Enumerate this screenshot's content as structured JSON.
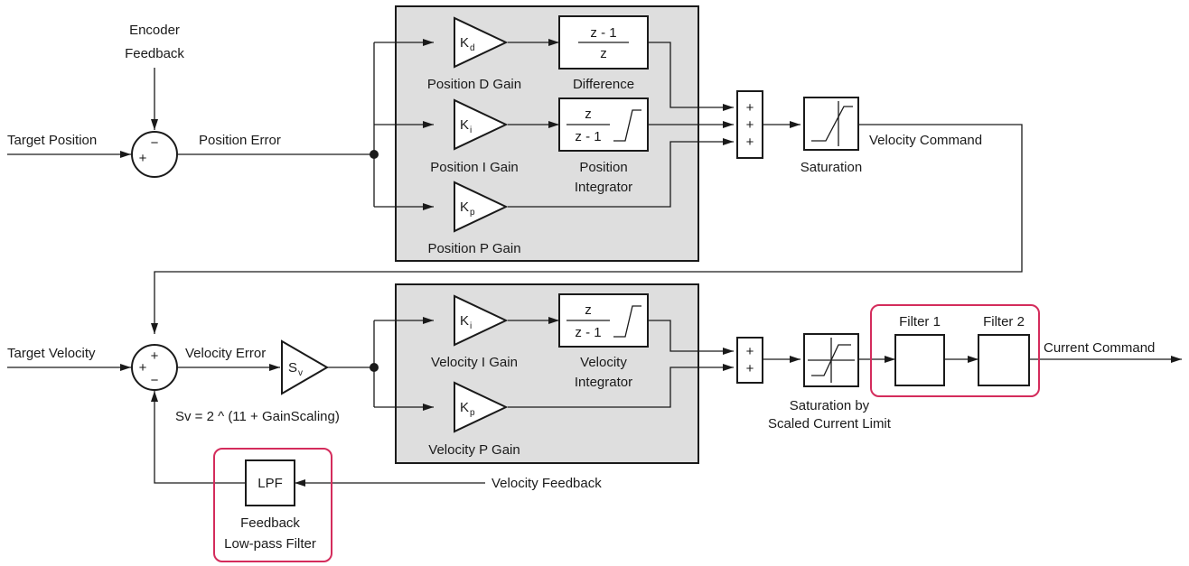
{
  "colors": {
    "group_fill": "#dedede",
    "highlight": "#d42c5c",
    "line": "#1a1a1a",
    "background": "#ffffff"
  },
  "labels": {
    "encoder_feedback_1": "Encoder",
    "encoder_feedback_2": "Feedback",
    "target_position": "Target Position",
    "position_error": "Position Error",
    "kd_symbol": "K",
    "kd_sub": "d",
    "ki_symbol": "K",
    "ki_sub": "i",
    "kp_symbol": "K",
    "kp_sub": "p",
    "position_d_gain": "Position D Gain",
    "position_i_gain": "Position I Gain",
    "position_p_gain": "Position P Gain",
    "difference": "Difference",
    "diff_num": "z - 1",
    "diff_den": "z",
    "int_num": "z",
    "int_den": "z - 1",
    "position_integrator_1": "Position",
    "position_integrator_2": "Integrator",
    "saturation": "Saturation",
    "velocity_command": "Velocity Command",
    "target_velocity": "Target Velocity",
    "velocity_error": "Velocity Error",
    "sv_symbol": "S",
    "sv_sub": "v",
    "sv_formula": "Sv = 2 ^ (11 + GainScaling)",
    "velocity_i_gain": "Velocity I Gain",
    "velocity_p_gain": "Velocity P Gain",
    "velocity_integrator_1": "Velocity",
    "velocity_integrator_2": "Integrator",
    "vint_num": "z",
    "vint_den": "z - 1",
    "saturation_scaled_1": "Saturation by",
    "saturation_scaled_2": "Scaled Current Limit",
    "filter_1": "Filter 1",
    "filter_2": "Filter 2",
    "current_command": "Current Command",
    "lpf": "LPF",
    "velocity_feedback": "Velocity Feedback",
    "feedback_lpf_1": "Feedback",
    "feedback_lpf_2": "Low-pass Filter",
    "plus": "+",
    "minus": "−"
  }
}
